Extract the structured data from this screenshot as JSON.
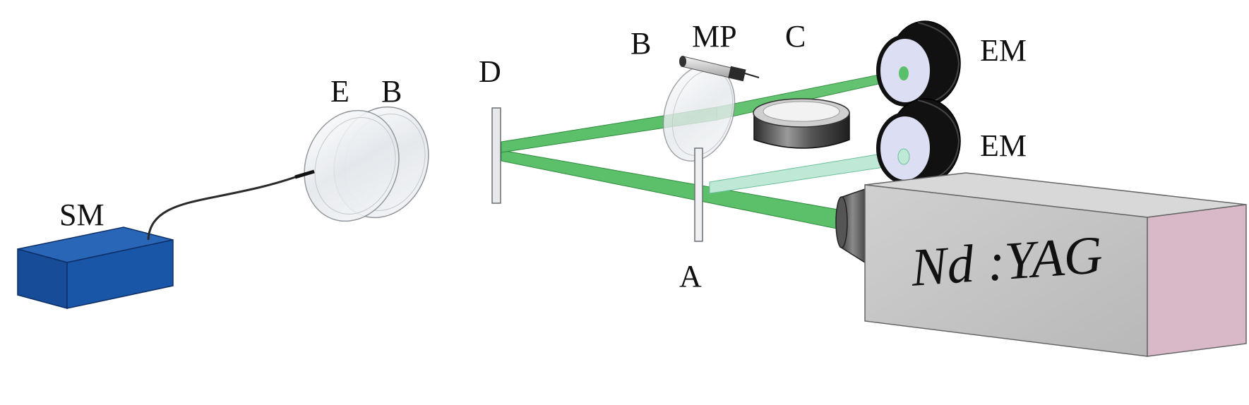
{
  "labels": {
    "sm": "SM",
    "e": "E",
    "b1": "B",
    "d": "D",
    "b2": "B",
    "mp": "MP",
    "c": "C",
    "em1": "EM",
    "em2": "EM",
    "a": "A",
    "laser": "Nd :YAG"
  },
  "colors": {
    "beam": "#5cc06a",
    "beam_light": "#bfe9d6",
    "sm_box": "#1a56a8",
    "laser_body": "#c6c6c6",
    "laser_end": "#d9b8c8"
  }
}
